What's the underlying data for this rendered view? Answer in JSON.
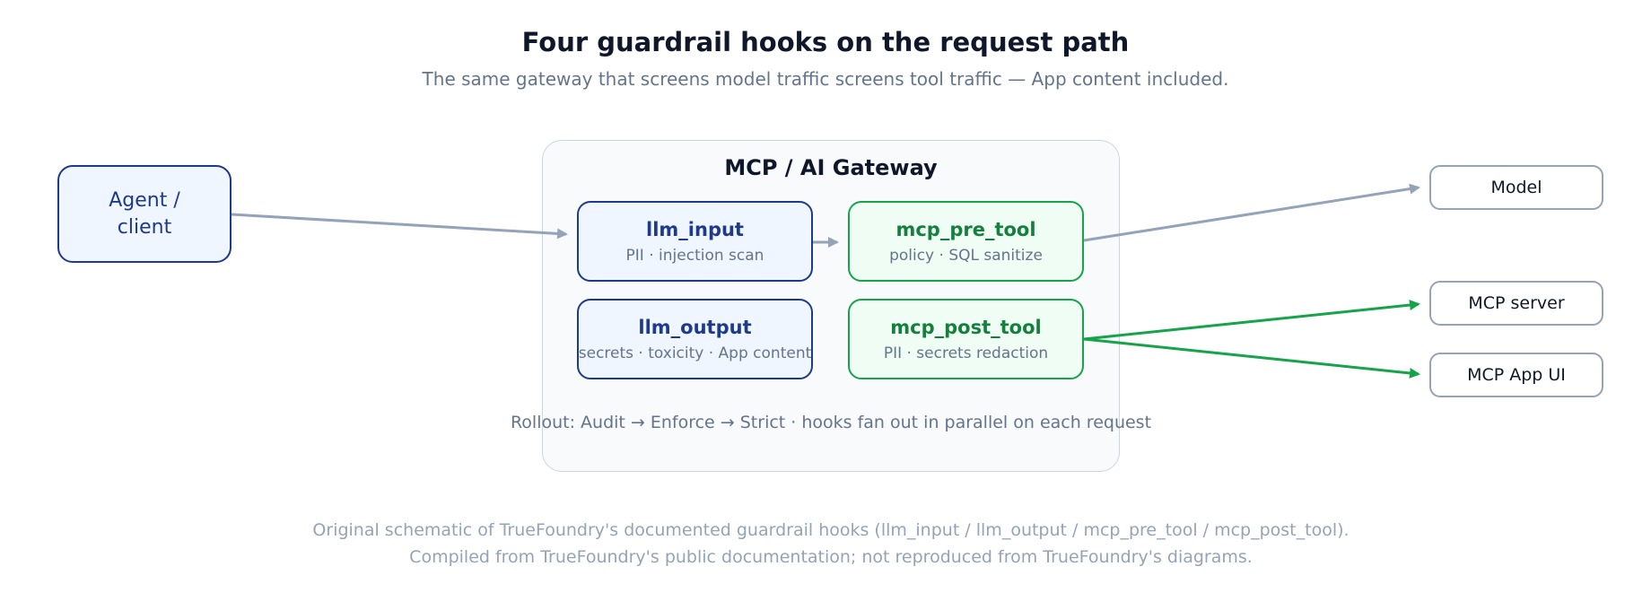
{
  "header": {
    "title": "Four guardrail hooks on the request path",
    "subtitle": "The same gateway that screens model traffic screens tool traffic — App content included."
  },
  "client": {
    "label": "Agent / client"
  },
  "gateway": {
    "title": "MCP / AI Gateway",
    "hooks": [
      {
        "name": "llm_input",
        "description": "PII · injection scan"
      },
      {
        "name": "mcp_pre_tool",
        "description": "policy · SQL sanitize"
      },
      {
        "name": "llm_output",
        "description": "secrets · toxicity · App content"
      },
      {
        "name": "mcp_post_tool",
        "description": "PII · secrets redaction"
      }
    ],
    "rollout_note": "Rollout: Audit → Enforce → Strict · hooks fan out in parallel on each request"
  },
  "targets": [
    {
      "label": "Model"
    },
    {
      "label": "MCP server"
    },
    {
      "label": "MCP App UI"
    }
  ],
  "colors": {
    "model_path": "#1e3a8a",
    "tool_path": "#16a34a",
    "connector_gray": "#94a3b8"
  },
  "footnotes": [
    "Original schematic of TrueFoundry's documented guardrail hooks (llm_input / llm_output / mcp_pre_tool / mcp_post_tool).",
    "Compiled from TrueFoundry's public documentation; not reproduced from TrueFoundry's diagrams."
  ]
}
